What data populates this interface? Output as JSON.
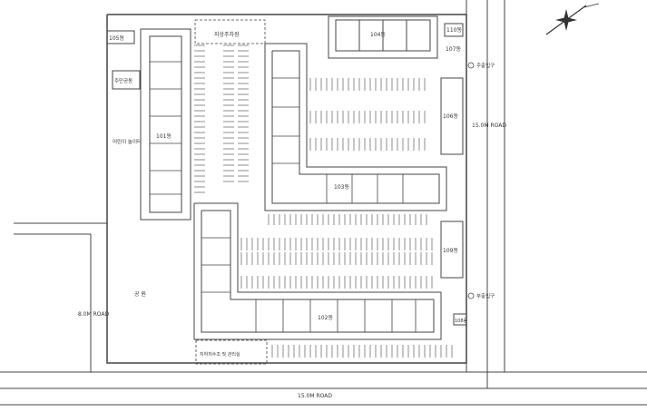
{
  "labels": {
    "b101": "101동",
    "b102": "102동",
    "b103": "103동",
    "b104": "104동",
    "b105": "105동",
    "b106": "106동",
    "b107": "107동",
    "b108": "108동",
    "b109": "109동",
    "b110": "110동",
    "main_gate": "주출입구",
    "sub_gate": "부출입구",
    "playground": "어린이 놀이터",
    "community": "주민공동",
    "parking_top": "지상주차장",
    "park": "공 원",
    "bottom_facility": "지하저수조 및 관리실",
    "road_east": "15.0M ROAD",
    "road_west": "8.0M ROAD",
    "road_south": "15.0M ROAD"
  },
  "icons": {
    "north": "north-arrow-icon"
  },
  "colors": {
    "line": "#444444",
    "paper": "#ffffff"
  }
}
